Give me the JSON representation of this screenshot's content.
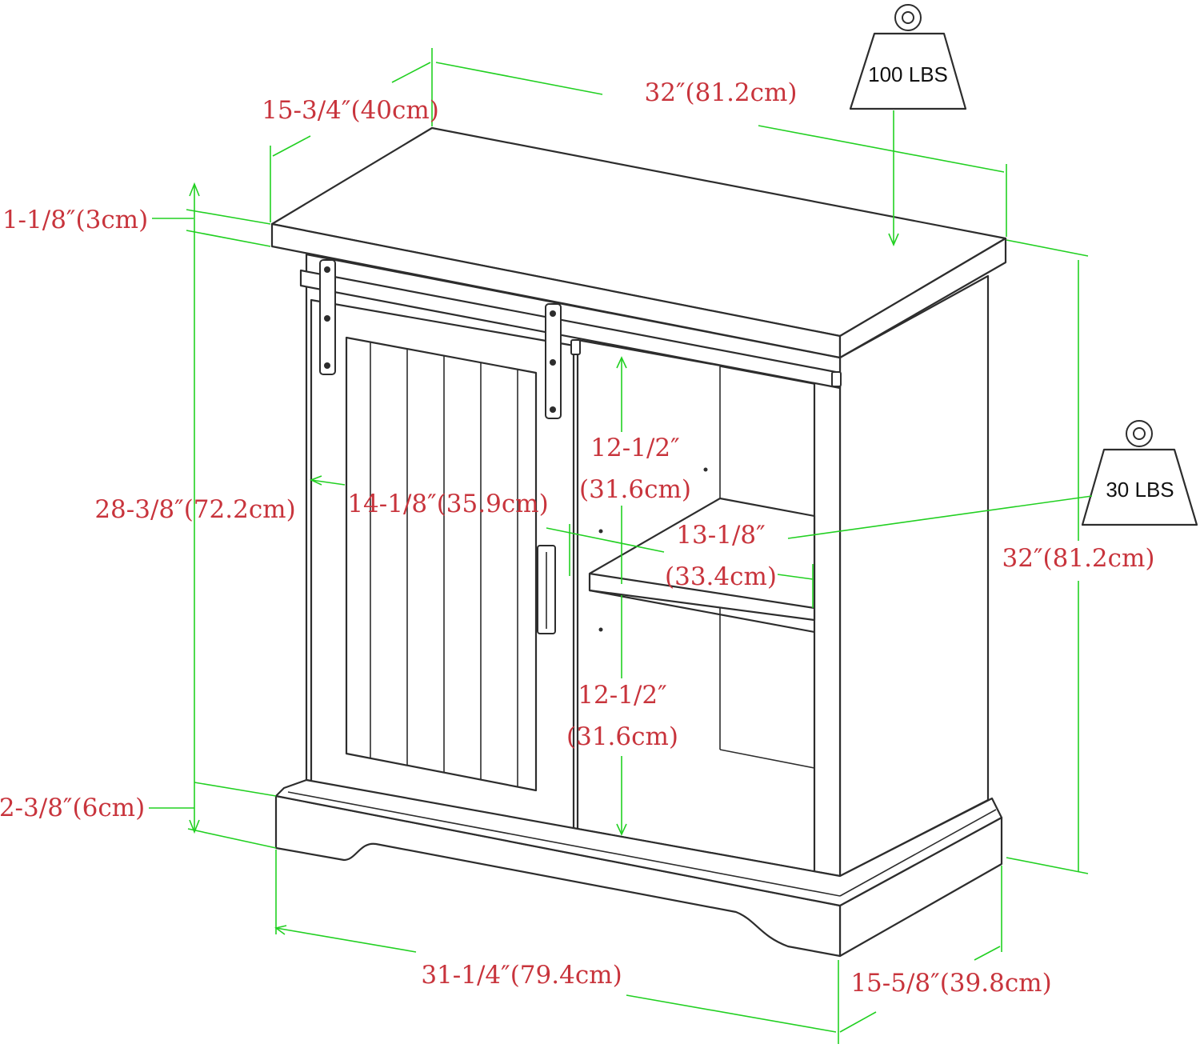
{
  "colors": {
    "dimension_text": "#c8343c",
    "dimension_lines": "#22d022",
    "outline": "#2d2d2d",
    "background": "#ffffff"
  },
  "weights": {
    "top": "100 LBS",
    "shelf": "30 LBS"
  },
  "dimensions": {
    "top_depth": "15-3/4″(40cm)",
    "top_width": "32″(81.2cm)",
    "top_thickness": "1-1/8″(3cm)",
    "body_height": "28-3/8″(72.2cm)",
    "door_width": "14-1/8″(35.9cm)",
    "upper_opening_line1": "12-1/2″",
    "upper_opening_line2": "(31.6cm)",
    "shelf_depth_line1": "13-1/8″",
    "shelf_depth_line2": "(33.4cm)",
    "lower_opening_line1": "12-1/2″",
    "lower_opening_line2": "(31.6cm)",
    "total_height": "32″(81.2cm)",
    "base_height": "2-3/8″(6cm)",
    "base_width": "31-1/4″(79.4cm)",
    "base_depth": "15-5/8″(39.8cm)"
  }
}
